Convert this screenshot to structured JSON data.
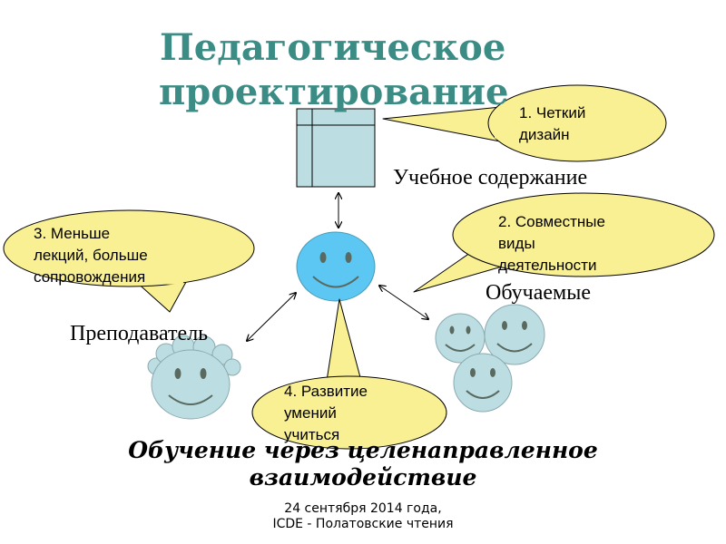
{
  "title": {
    "line1": "Педагогическое",
    "line2": "проектирование"
  },
  "labels": {
    "content": "Учебное содержание",
    "learners": "Обучаемые",
    "teacher": "Преподаватель"
  },
  "bubbles": {
    "b1": {
      "line1": "1. Четкий",
      "line2": "дизайн"
    },
    "b2": {
      "line1": "2. Совместные",
      "line2": "виды",
      "line3": "деятельности"
    },
    "b3": {
      "line1": "3. Меньше",
      "line2": "лекций, больше",
      "line3": "сопровождения"
    },
    "b4": {
      "line1": "4. Развитие",
      "line2": "умений",
      "line3": "учиться"
    }
  },
  "bottom": {
    "line1": "Обучение через целенаправленное",
    "line2": "взаимодействие"
  },
  "footer": {
    "line1": "24 сентября 2014 года,",
    "line2": "ICDE - Полатовские чтения"
  },
  "colors": {
    "title": "#3c8c86",
    "bubble_fill": "#f9ef93",
    "face_fill": "#5bc7f2",
    "face_fill_pale": "#bcdee2",
    "table_fill": "#bcdee2"
  },
  "icons": [
    "smiley-face",
    "table-grid",
    "double-arrow",
    "speech-bubble"
  ]
}
